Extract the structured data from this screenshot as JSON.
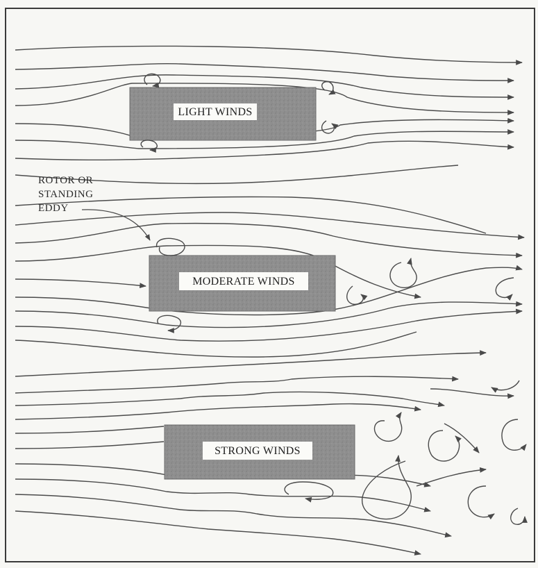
{
  "figure": {
    "panels": [
      {
        "id": "light",
        "label": "LIGHT WINDS"
      },
      {
        "id": "moderate",
        "label": "MODERATE WINDS"
      },
      {
        "id": "strong",
        "label": "STRONG WINDS"
      }
    ],
    "callout": {
      "line1": "ROTOR OR",
      "line2": "STANDING",
      "line3": "EDDY"
    },
    "colors": {
      "border": "#3a3a3a",
      "streamline": "#4a4a4a",
      "obstacle_fill": "#8f8f8f",
      "label_bg": "#fbfbf8",
      "paper": "#f7f7f4"
    }
  }
}
